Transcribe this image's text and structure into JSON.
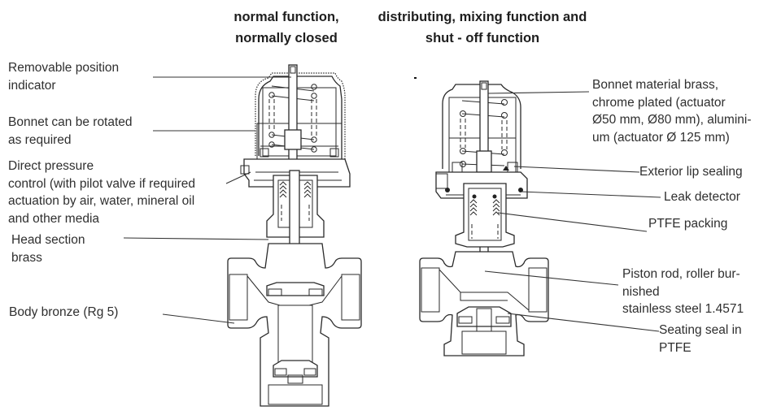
{
  "headers": {
    "left": [
      "normal function,",
      "normally closed"
    ],
    "right": [
      "distributing, mixing function and",
      "shut - off function"
    ]
  },
  "labels_left": {
    "position_indicator": [
      "Removable position",
      "indicator"
    ],
    "bonnet_rotated": [
      "Bonnet can be rotated",
      "as required"
    ],
    "direct_pressure": [
      "Direct pressure",
      "control (with pilot valve if required",
      "actuation by air, water, mineral oil",
      "and other media"
    ],
    "head_section": [
      "Head section",
      "brass"
    ],
    "body": [
      "Body bronze (Rg 5)"
    ]
  },
  "labels_right": {
    "bonnet_material": [
      "Bonnet material brass,",
      "chrome plated (actuator",
      "Ø50 mm, Ø80 mm), alumini-",
      "um (actuator Ø 125 mm)"
    ],
    "lip_sealing": [
      "Exterior lip sealing"
    ],
    "leak_detector": [
      "Leak detector"
    ],
    "ptfe_packing": [
      "PTFE packing"
    ],
    "piston_rod": [
      "Piston rod, roller bur-",
      "nished",
      "stainless steel 1.4571"
    ],
    "seating_seal": [
      "Seating seal in",
      "PTFE"
    ]
  }
}
